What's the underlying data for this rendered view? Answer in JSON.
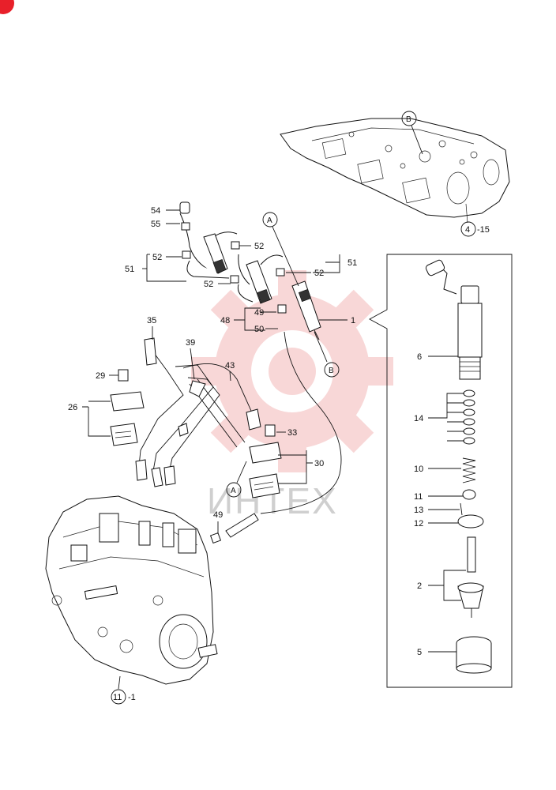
{
  "watermark": {
    "text": "ИНТЕХ",
    "logo": "gear-watermark"
  },
  "colors": {
    "corner_mark": "#e8202a",
    "watermark_logo": "#f6c8c8",
    "watermark_text": "#cfcfcf"
  },
  "labels": {
    "l54": "54",
    "l55": "55",
    "l52a": "52",
    "l52b": "52",
    "l52c": "52",
    "l52d": "52",
    "l51a": "51",
    "l51b": "51",
    "l49a": "49",
    "l49b": "49",
    "l48": "48",
    "l50": "50",
    "l1": "1",
    "l35": "35",
    "l39": "39",
    "l43": "43",
    "l29": "29",
    "l26": "26",
    "l33": "33",
    "l30": "30",
    "l6": "6",
    "l14": "14",
    "l10": "10",
    "l11": "11",
    "l13": "13",
    "l12": "12",
    "l2": "2",
    "l5": "5",
    "head_ref_num": "4",
    "head_ref_suffix": "-15",
    "pump_ref_num": "11",
    "pump_ref_suffix": "-1"
  },
  "callouts": {
    "a_top": "A",
    "a_bottom": "A",
    "b_top": "B",
    "b_bottom": "B"
  }
}
